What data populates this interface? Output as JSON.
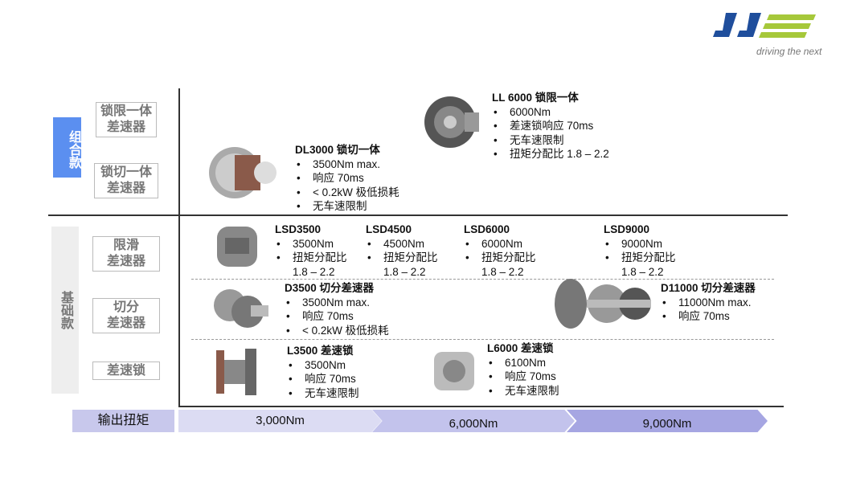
{
  "logo": {
    "text": "JJE",
    "tagline": "driving the next",
    "colors": {
      "blue": "#1f4e9c",
      "green": "#a6c83a"
    }
  },
  "groups": {
    "combo": "组合款",
    "basic": "基础款"
  },
  "categories": [
    "锁限一体差速器",
    "锁切一体差速器",
    "限滑差速器",
    "切分差速器",
    "差速锁"
  ],
  "category_lines": [
    [
      "锁限一体",
      "差速器"
    ],
    [
      "锁切一体",
      "差速器"
    ],
    [
      "限滑",
      "差速器"
    ],
    [
      "切分",
      "差速器"
    ],
    [
      "差速锁"
    ]
  ],
  "products": [
    {
      "title": "LL 6000 锁限一体",
      "specs": [
        "6000Nm",
        "差速锁响应 70ms",
        "无车速限制",
        "扭矩分配比 1.8 – 2.2"
      ]
    },
    {
      "title": "DL3000 锁切一体",
      "specs": [
        "3500Nm max.",
        "响应 70ms",
        "< 0.2kW 极低损耗",
        "无车速限制"
      ]
    },
    {
      "title": "LSD3500",
      "specs": [
        "3500Nm",
        "扭矩分配比 1.8 – 2.2"
      ]
    },
    {
      "title": "LSD4500",
      "specs": [
        "4500Nm",
        "扭矩分配比 1.8 – 2.2"
      ]
    },
    {
      "title": "LSD6000",
      "specs": [
        "6000Nm",
        "扭矩分配比 1.8 – 2.2"
      ]
    },
    {
      "title": "LSD9000",
      "specs": [
        "9000Nm",
        "扭矩分配比 1.8 – 2.2"
      ]
    },
    {
      "title": "D3500 切分差速器",
      "specs": [
        "3500Nm max.",
        "响应 70ms",
        "< 0.2kW 极低损耗"
      ]
    },
    {
      "title": "D11000 切分差速器",
      "specs": [
        "11000Nm max.",
        "响应 70ms"
      ]
    },
    {
      "title": "L3500 差速锁",
      "specs": [
        "3500Nm",
        "响应 70ms",
        "无车速限制"
      ]
    },
    {
      "title": "L6000 差速锁",
      "specs": [
        "6100Nm",
        "响应 70ms",
        "无车速限制"
      ]
    }
  ],
  "axis": {
    "label": "输出扭矩",
    "steps": [
      "3,000Nm",
      "6,000Nm",
      "9,000Nm"
    ],
    "colors": [
      "#dcdcf3",
      "#c3c3ec",
      "#a6a6e2"
    ]
  }
}
